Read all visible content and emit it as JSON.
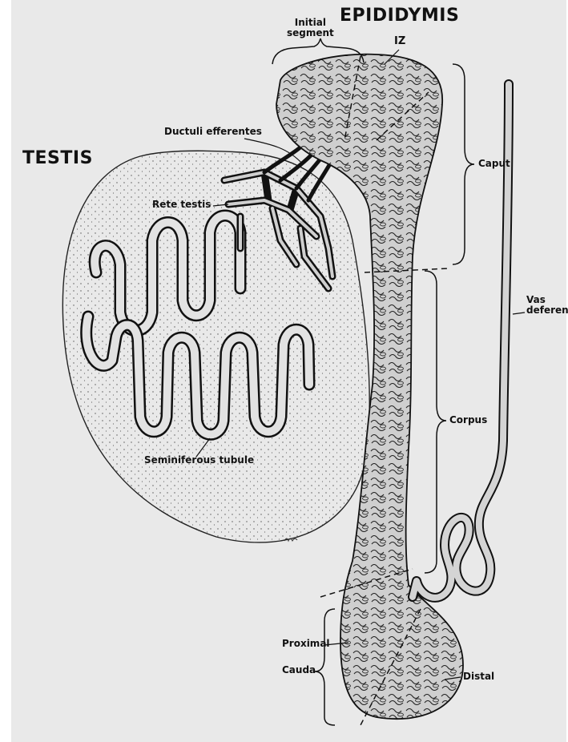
{
  "title": "EPIDIDYMIS",
  "labels": {
    "testis": "TESTIS",
    "initial_segment": [
      "Initial",
      "segment"
    ],
    "iz": "IZ",
    "caput": "Caput",
    "ductuli_efferentes": "Ductuli efferentes",
    "rete_testis": "Rete testis",
    "vas_deferens": [
      "Vas",
      "deferens"
    ],
    "corpus": "Corpus",
    "seminiferous_tubule": "Seminiferous tubule",
    "proximal": "Proximal",
    "cauda": "Cauda",
    "distal": "Distal"
  },
  "colors": {
    "plate": "#e9e9e9",
    "ink": "#111111",
    "tissue": "#c9c9c9",
    "testis_fill": "#dcdcdc"
  }
}
